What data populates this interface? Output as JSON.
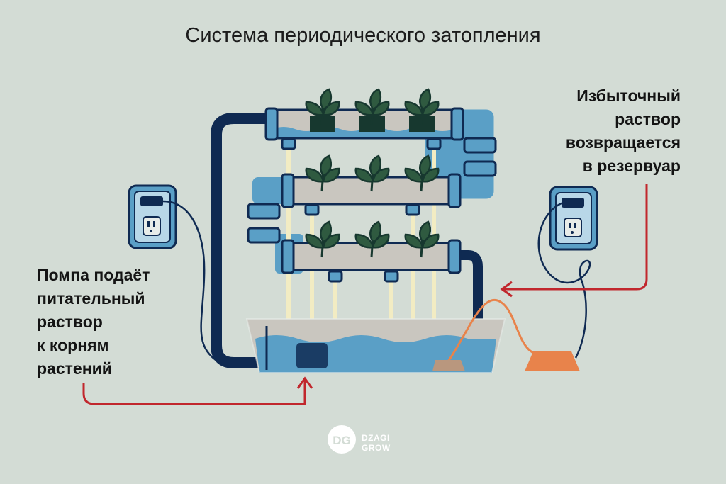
{
  "title": "Система периодического затопления",
  "left_label": {
    "lines": [
      "Помпа подаёт",
      "питательный",
      "раствор",
      "к корням",
      "растений"
    ]
  },
  "right_label": {
    "lines": [
      "Избыточный",
      "раствор",
      "возвращается",
      "в резервуар"
    ]
  },
  "logo": {
    "mark": "DG",
    "line1": "DZAGI",
    "line2": "GROW"
  },
  "colors": {
    "background": "#d3dcd5",
    "pipe_dark": "#0f2a52",
    "water": "#5a9fc6",
    "tray": "#c9c6bf",
    "arrow": "#c1272d",
    "pump_orange": "#e8834b"
  }
}
